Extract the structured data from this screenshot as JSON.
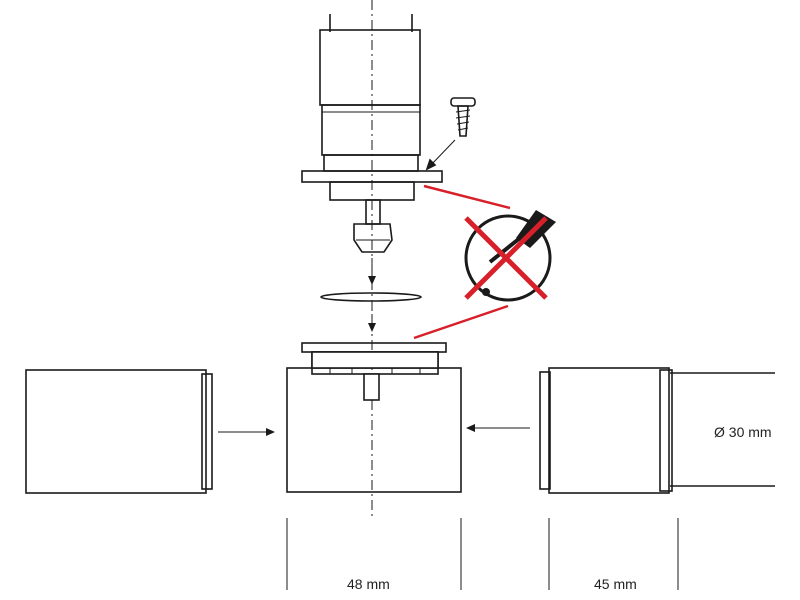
{
  "labels": {
    "diameter": "Ø 30 mm",
    "width_left": "48 mm",
    "width_right": "45 mm"
  },
  "colors": {
    "ink": "#1a1a1a",
    "warning_red": "#d7202a"
  },
  "icons": [
    "screw-icon",
    "soldering-iron-prohibited-icon"
  ]
}
